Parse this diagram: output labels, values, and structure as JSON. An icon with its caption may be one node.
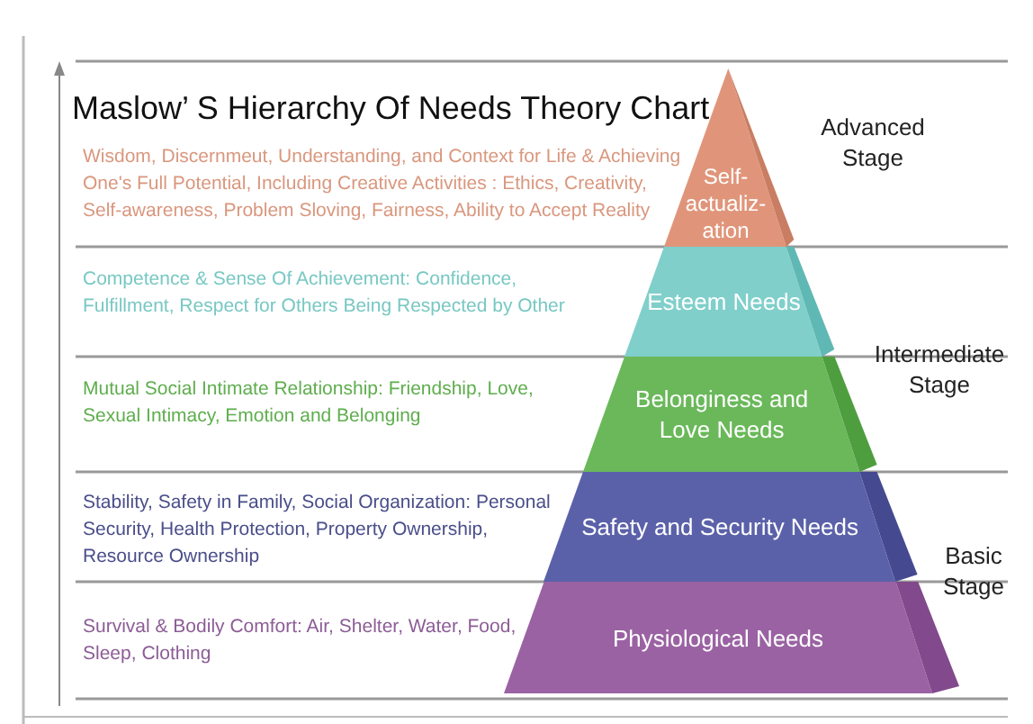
{
  "diagram": {
    "title": "Maslow’ S Hierarchy Of Needs Theory Chart",
    "nodes": [
      {
        "text": [
          "Self-actualiz-ation"
        ]
      },
      {
        "text": [
          "Esteem Needs"
        ]
      },
      {
        "text": [
          "Belonginess and Love Needs"
        ]
      },
      {
        "text": [
          "Safety and Security Needs"
        ]
      },
      {
        "text": [
          "Physiological Needs"
        ]
      }
    ],
    "labels": [
      "Wisdom, Discernmeut, Understanding, and Context for Life & Achieving One's Full Potential, Including Creative Activities : Ethics, Creativity, Self-awareness, Problem Sloving, Fairness, Ability to Accept Reality",
      "Advanced Stage",
      "Competence & Sense Of Achievement: Confidence, Fulfillment, Respect for Others Being Respected by Other",
      "Intermediate Stage",
      "Mutual Social  Intimate Relationship: Friendship, Love, Sexual Intimacy, Emotion and Belonging",
      "Stability, Safety in Family, Social Organization: Personal Security, Health Protection, Property Ownership, Resource Ownership",
      "Basic Stage",
      "Survival & Bodily Comfort: Air, Shelter, Water, Food, Sleep, Clothing"
    ]
  }
}
